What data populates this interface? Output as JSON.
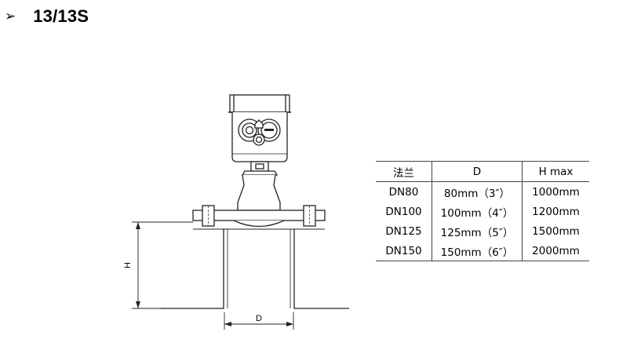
{
  "heading": {
    "marker": "➢",
    "title": "13/13S"
  },
  "dimensions": {
    "height_label": "H",
    "diameter_label": "D"
  },
  "spec_table": {
    "headers": [
      "法兰",
      "D",
      "H  max"
    ],
    "rows": [
      [
        "DN80",
        "80mm（3″）",
        "1000mm"
      ],
      [
        "DN100",
        "100mm（4″）",
        "1200mm"
      ],
      [
        "DN125",
        "125mm（5″）",
        "1500mm"
      ],
      [
        "DN150",
        "150mm（6″）",
        "2000mm"
      ]
    ]
  }
}
